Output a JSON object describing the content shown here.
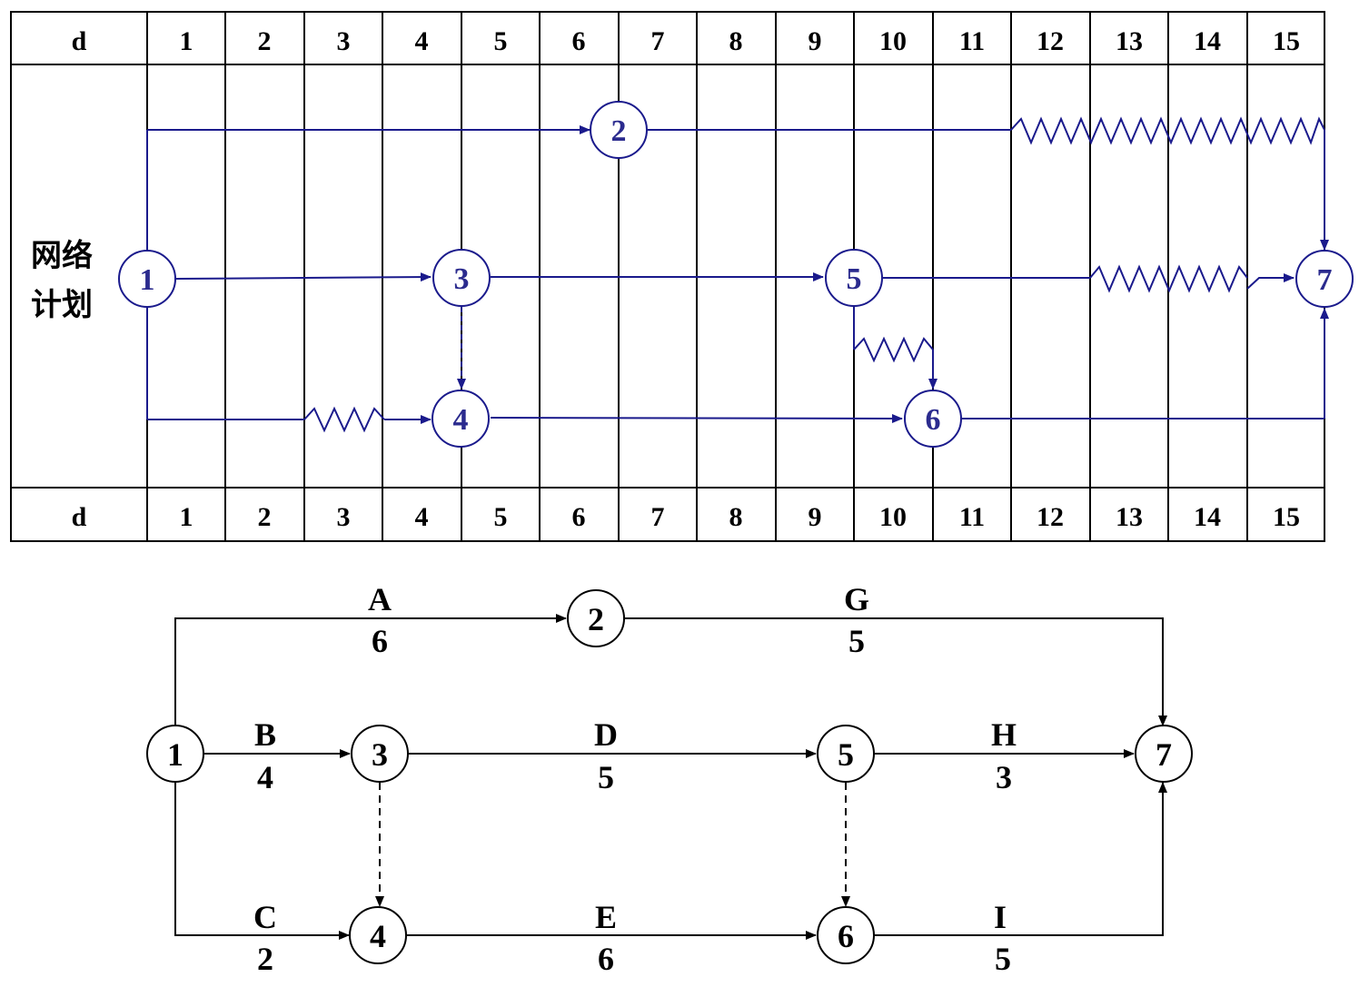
{
  "timescale": {
    "header_label": "d",
    "days": [
      "1",
      "2",
      "3",
      "4",
      "5",
      "6",
      "7",
      "8",
      "9",
      "10",
      "11",
      "12",
      "13",
      "14",
      "15"
    ],
    "side_label_line1": "网络",
    "side_label_line2": "计划",
    "nodes": [
      "1",
      "2",
      "3",
      "4",
      "5",
      "6",
      "7"
    ],
    "colors": {
      "line": "#1a1a8c",
      "text": "#2b2b8e"
    }
  },
  "network": {
    "nodes": [
      "1",
      "2",
      "3",
      "4",
      "5",
      "6",
      "7"
    ],
    "activities": [
      {
        "name": "A",
        "duration": "6",
        "from": "1",
        "to": "2"
      },
      {
        "name": "G",
        "duration": "5",
        "from": "2",
        "to": "7"
      },
      {
        "name": "B",
        "duration": "4",
        "from": "1",
        "to": "3"
      },
      {
        "name": "D",
        "duration": "5",
        "from": "3",
        "to": "5"
      },
      {
        "name": "H",
        "duration": "3",
        "from": "5",
        "to": "7"
      },
      {
        "name": "C",
        "duration": "2",
        "from": "1",
        "to": "4"
      },
      {
        "name": "E",
        "duration": "6",
        "from": "4",
        "to": "6"
      },
      {
        "name": "I",
        "duration": "5",
        "from": "6",
        "to": "7"
      }
    ],
    "dummy_activities": [
      {
        "from": "3",
        "to": "4"
      },
      {
        "from": "5",
        "to": "6"
      }
    ]
  }
}
